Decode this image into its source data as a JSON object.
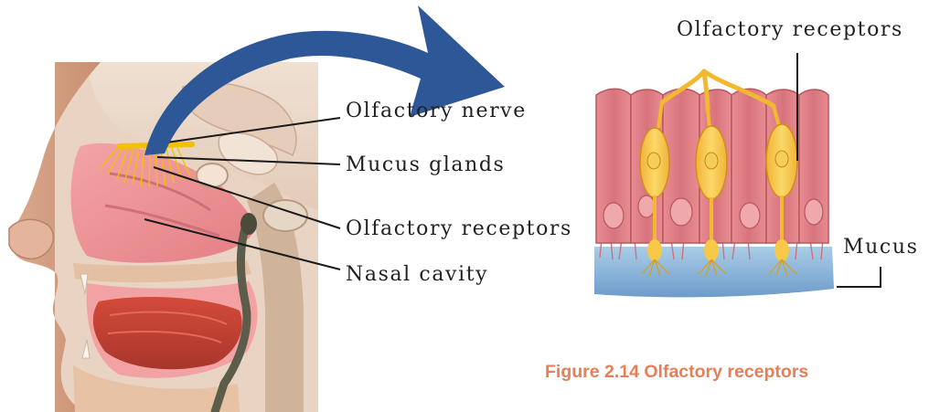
{
  "labels": {
    "olfactory_nerve": "Olfactory nerve",
    "mucus_glands": "Mucus glands",
    "olfactory_receptors_left": "Olfactory receptors",
    "nasal_cavity": "Nasal cavity",
    "olfactory_receptors_right": "Olfactory receptors",
    "mucus": "Mucus"
  },
  "caption": "Figure 2.14  Olfactory receptors",
  "colors": {
    "arrow": "#2d5797",
    "caption": "#e87e58",
    "nerve": "#f2c200",
    "epithelium": "#d97a83",
    "mucus_layer": "#8fb8d9"
  }
}
